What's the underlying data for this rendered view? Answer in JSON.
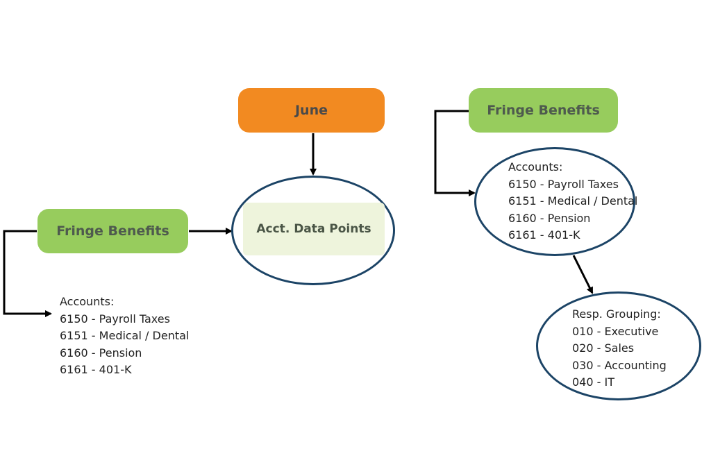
{
  "colors": {
    "orange_box": "#f28a21",
    "green_box": "#97cc5d",
    "pale_box": "#eef4dc",
    "ellipse_stroke": "#1c4466",
    "arrow": "#000000"
  },
  "nodes": {
    "month": {
      "label": "June"
    },
    "left_category": {
      "label": "Fringe Benefits"
    },
    "right_category": {
      "label": "Fringe Benefits"
    },
    "data_points": {
      "label": "Acct. Data Points"
    }
  },
  "left_accounts": {
    "heading": "Accounts:",
    "items": [
      "6150 - Payroll Taxes",
      "6151 - Medical / Dental",
      "6160 - Pension",
      "6161 - 401-K"
    ]
  },
  "right_accounts": {
    "heading": "Accounts:",
    "items": [
      "6150 - Payroll Taxes",
      "6151 - Medical / Dental",
      "6160 - Pension",
      "6161 - 401-K"
    ]
  },
  "resp_grouping": {
    "heading": "Resp. Grouping:",
    "items": [
      "010 - Executive",
      "020 - Sales",
      "030 - Accounting",
      "040 - IT"
    ]
  }
}
